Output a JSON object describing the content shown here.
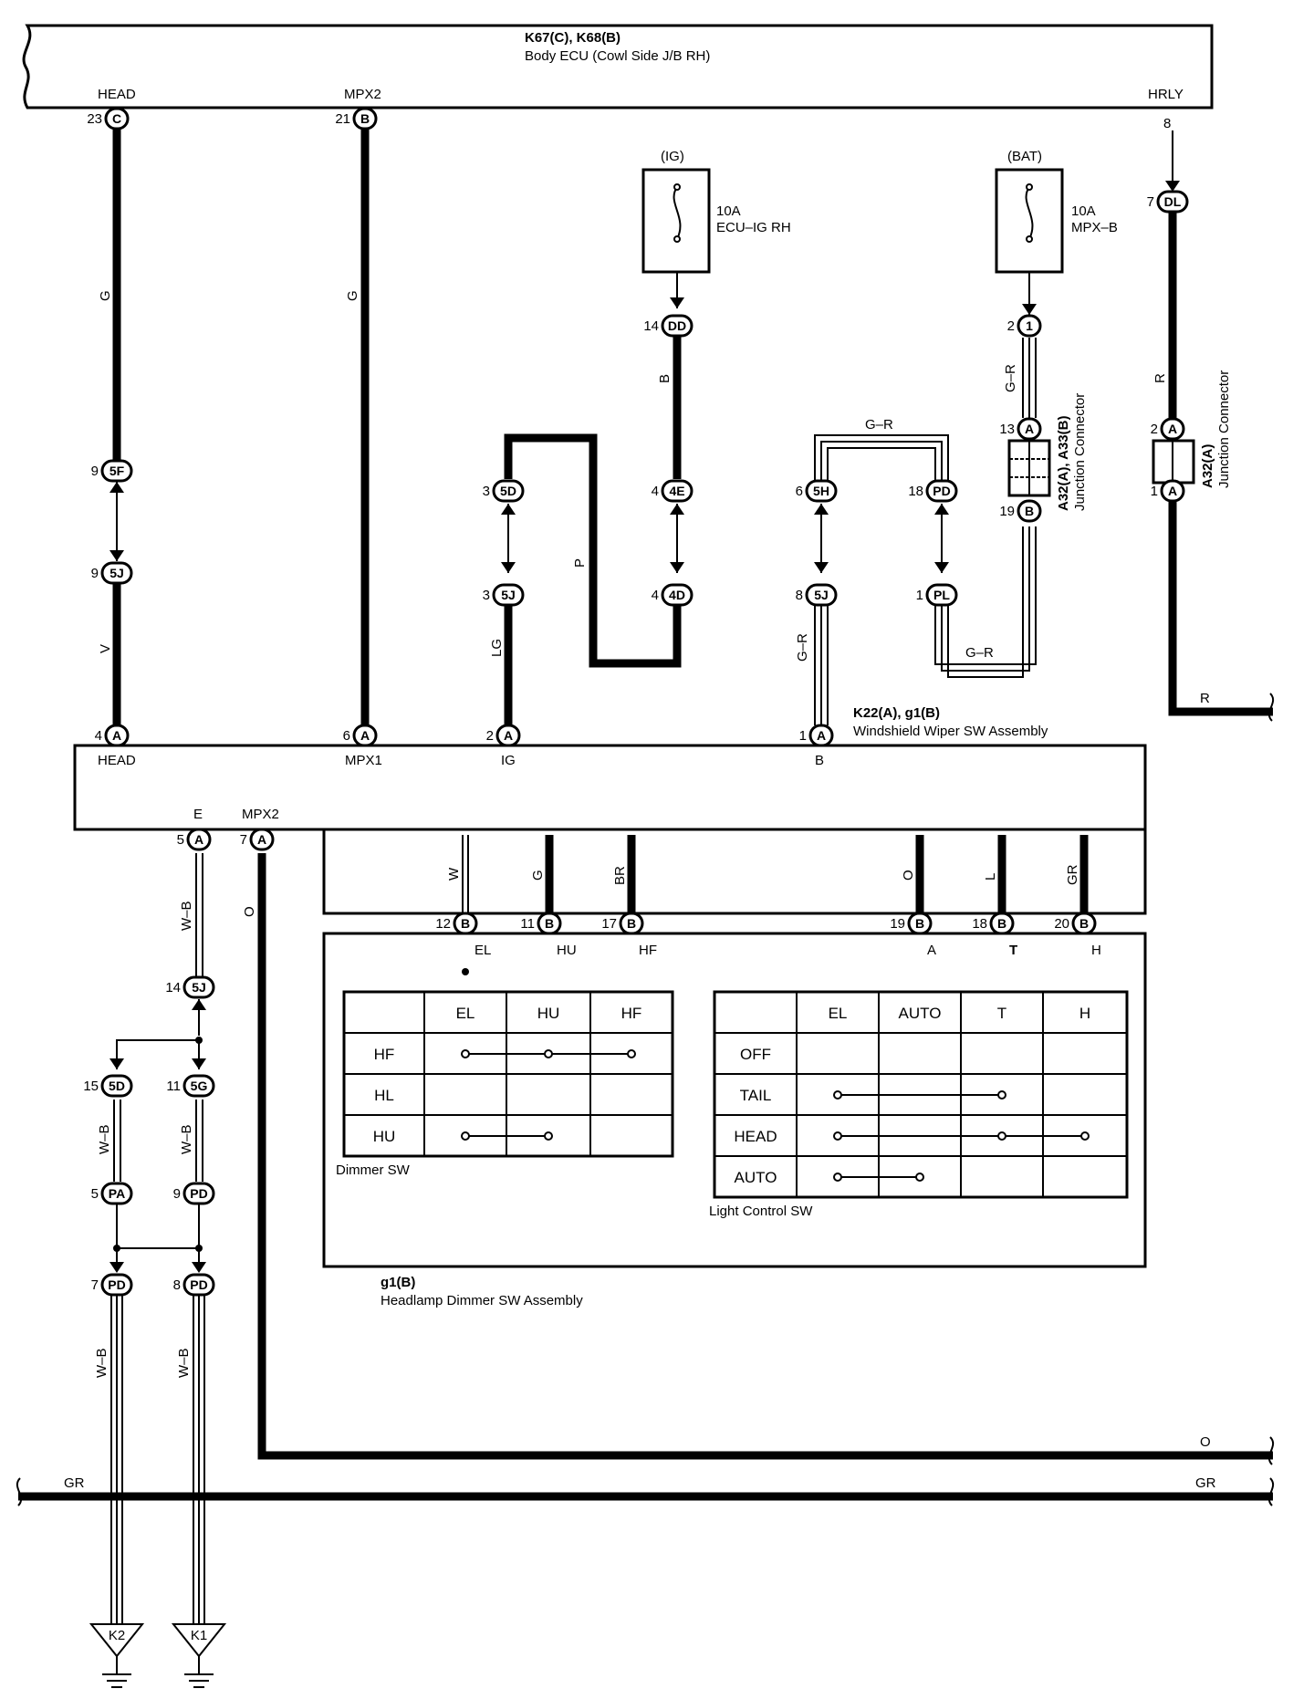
{
  "ecu": {
    "title": "K67(C), K68(B)",
    "subtitle": "Body ECU (Cowl Side J/B RH)",
    "pins": [
      {
        "num": "23",
        "conn": "C",
        "name": "HEAD"
      },
      {
        "num": "21",
        "conn": "B",
        "name": "MPX2"
      },
      {
        "num": "8",
        "conn": "",
        "name": "HRLY"
      }
    ]
  },
  "fuses": [
    {
      "supply": "(IG)",
      "rating": "10A",
      "name": "ECU–IG RH"
    },
    {
      "supply": "(BAT)",
      "rating": "10A",
      "name": "MPX–B"
    }
  ],
  "wiper_sw": {
    "title": "K22(A), g1(B)",
    "subtitle": "Windshield Wiper SW Assembly",
    "pins_top": [
      {
        "num": "4",
        "conn": "A",
        "name": "HEAD"
      },
      {
        "num": "6",
        "conn": "A",
        "name": "MPX1"
      },
      {
        "num": "2",
        "conn": "A",
        "name": "IG"
      },
      {
        "num": "1",
        "conn": "A",
        "name": "B"
      }
    ],
    "pins_bottom": [
      {
        "num": "5",
        "conn": "A",
        "name": "E"
      },
      {
        "num": "7",
        "conn": "A",
        "name": "MPX2"
      }
    ]
  },
  "dimmer_assy": {
    "title": "g1(B)",
    "subtitle": "Headlamp Dimmer SW Assembly",
    "pins": [
      {
        "num": "12",
        "conn": "B",
        "wire": "W",
        "signal": "EL"
      },
      {
        "num": "11",
        "conn": "B",
        "wire": "G",
        "signal": "HU"
      },
      {
        "num": "17",
        "conn": "B",
        "wire": "BR",
        "signal": "HF"
      },
      {
        "num": "19",
        "conn": "B",
        "wire": "O",
        "signal": "A"
      },
      {
        "num": "18",
        "conn": "B",
        "wire": "L",
        "signal": "T"
      },
      {
        "num": "20",
        "conn": "B",
        "wire": "GR",
        "signal": "H"
      }
    ]
  },
  "dimmer_table": {
    "label": "Dimmer SW",
    "cols": [
      "EL",
      "HU",
      "HF"
    ],
    "rows": [
      "HF",
      "HL",
      "HU"
    ]
  },
  "light_table": {
    "label": "Light Control SW",
    "cols": [
      "EL",
      "AUTO",
      "T",
      "H"
    ],
    "rows": [
      "OFF",
      "TAIL",
      "HEAD",
      "AUTO"
    ]
  },
  "junctions": [
    {
      "num": "9",
      "id": "5F"
    },
    {
      "num": "9",
      "id": "5J"
    },
    {
      "num": "3",
      "id": "5D"
    },
    {
      "num": "3",
      "id": "5J"
    },
    {
      "num": "14",
      "id": "DD"
    },
    {
      "num": "4",
      "id": "4E"
    },
    {
      "num": "4",
      "id": "4D"
    },
    {
      "num": "6",
      "id": "5H"
    },
    {
      "num": "8",
      "id": "5J"
    },
    {
      "num": "18",
      "id": "PD"
    },
    {
      "num": "1",
      "id": "PL"
    },
    {
      "num": "2",
      "id": "1"
    },
    {
      "num": "13",
      "id": "A"
    },
    {
      "num": "19",
      "id": "B"
    },
    {
      "num": "7",
      "id": "DL"
    },
    {
      "num": "2",
      "id": "A"
    },
    {
      "num": "1",
      "id": "A"
    },
    {
      "num": "14",
      "id": "5J"
    },
    {
      "num": "15",
      "id": "5D"
    },
    {
      "num": "11",
      "id": "5G"
    },
    {
      "num": "5",
      "id": "PA"
    },
    {
      "num": "9",
      "id": "PD"
    },
    {
      "num": "7",
      "id": "PD"
    },
    {
      "num": "8",
      "id": "PD"
    }
  ],
  "junction_connectors": [
    {
      "title": "A32(A), A33(B)",
      "subtitle": "Junction Connector"
    },
    {
      "title": "A32(A)",
      "subtitle": "Junction Connector"
    }
  ],
  "wire_colors": {
    "head_upper": "G",
    "head_lower": "V",
    "mpx": "G",
    "lg": "LG",
    "p": "P",
    "b": "B",
    "gr_top": "G–R",
    "gr_left": "G–R",
    "gr_bottom": "G–R",
    "gr_right": "G–R",
    "r_vertical": "R",
    "r_out": "R",
    "o_vertical": "O",
    "o_out": "O",
    "wb_1": "W–B",
    "wb_2": "W–B",
    "wb_3": "W–B",
    "wb_4": "W–B",
    "wb_5": "W–B",
    "gr_bus_left": "GR",
    "gr_bus_right": "GR"
  },
  "grounds": [
    "K2",
    "K1"
  ]
}
